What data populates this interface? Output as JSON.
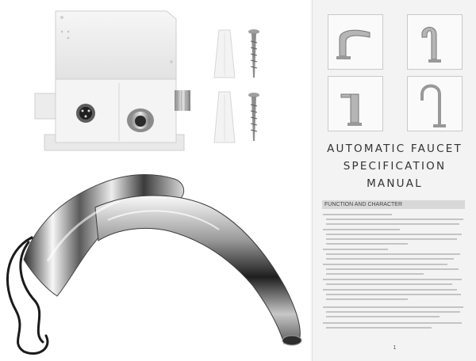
{
  "colors": {
    "background": "#ffffff",
    "paper": "#f3f3f3",
    "control_box": "#f1f1f1",
    "chrome_dark": "#2a2a2a",
    "chrome_light": "#f7f7f7",
    "cable": "#1b1b1b",
    "title_text": "#333333"
  },
  "product": {
    "items": [
      "control-box",
      "wall-anchors",
      "screws",
      "faucet-spout",
      "power-cable"
    ]
  },
  "manual": {
    "title_line1": "AUTOMATIC FAUCET",
    "title_line2": "SPECIFICATION",
    "title_line3": "MANUAL",
    "section_heading": "FUNCTION AND CHARACTER",
    "page_number": "1",
    "thumbnails": [
      "faucet-style-1-icon",
      "faucet-style-2-icon",
      "faucet-style-3-icon",
      "faucet-style-4-icon"
    ]
  }
}
